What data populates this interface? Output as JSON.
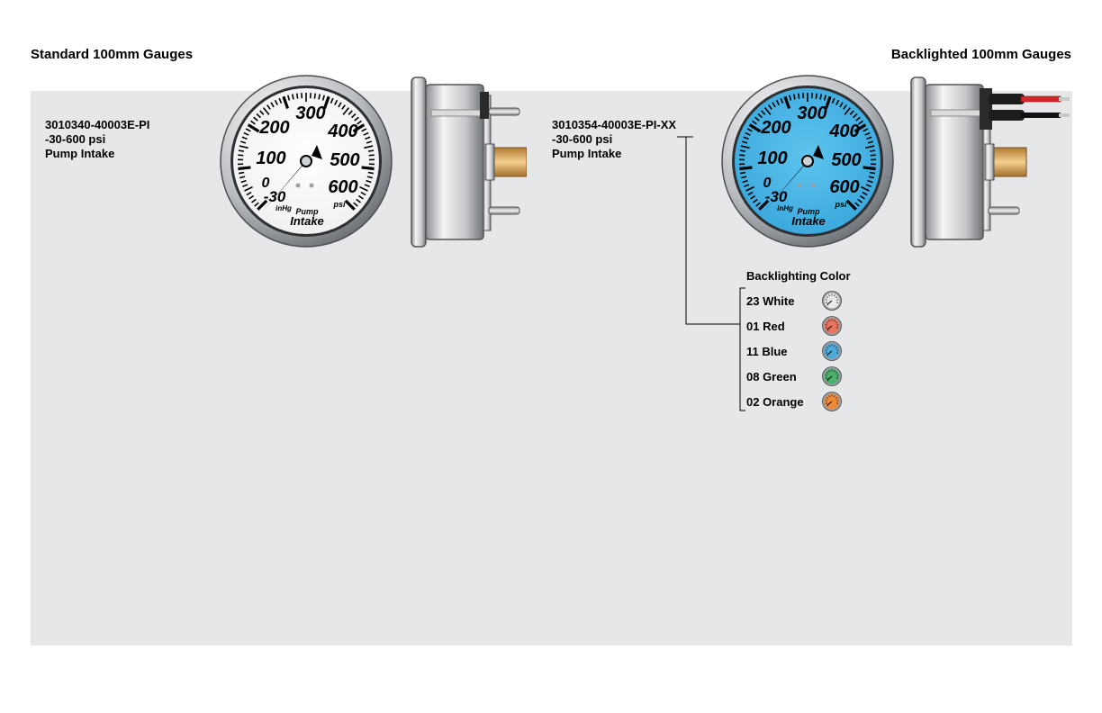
{
  "headers": {
    "left": "Standard 100mm Gauges",
    "right": "Backlighted 100mm Gauges"
  },
  "standard": {
    "part_number": "3010340-40003E-PI",
    "range": "-30-600 psi",
    "description": "Pump Intake"
  },
  "backlighted": {
    "part_number": "3010354-40003E-PI-XX",
    "range": "-30-600 psi",
    "description": "Pump Intake"
  },
  "gauge_face": {
    "scale_labels": [
      "0",
      "100",
      "200",
      "300",
      "400",
      "500",
      "600"
    ],
    "vacuum_label": "-30",
    "vacuum_unit": "inHg",
    "unit": "psi",
    "name_line1": "Pump",
    "name_line2": "Intake"
  },
  "backlighting": {
    "title": "Backlighting Color",
    "options": [
      {
        "label": "23 White",
        "color": "#e8e8e8"
      },
      {
        "label": "01 Red",
        "color": "#e8735f"
      },
      {
        "label": "11 Blue",
        "color": "#4fa9d8"
      },
      {
        "label": "08 Green",
        "color": "#4caf6e"
      },
      {
        "label": "02 Orange",
        "color": "#ec8a3a"
      }
    ]
  },
  "colors": {
    "panel": "#e6e7e9",
    "standard_face": "#ffffff",
    "backlit_face": "#5ec4ee",
    "wire_red": "#d7262b",
    "wire_black": "#111111"
  }
}
